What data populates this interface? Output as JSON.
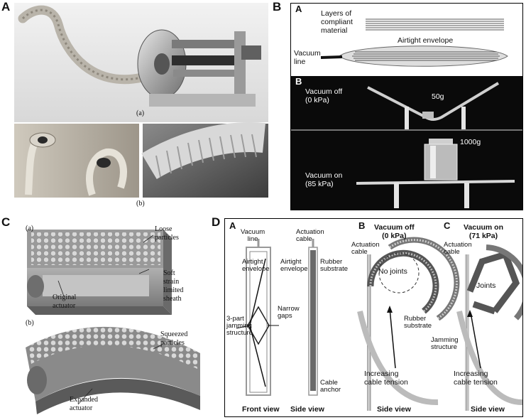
{
  "figure": {
    "panelA": {
      "label": "A",
      "caption_a": "(a)",
      "caption_b": "(b)"
    },
    "panelB": {
      "label": "B",
      "sub_a": "A",
      "sub_b": "B",
      "layers_text": "Layers of\ncompliant\nmaterial",
      "envelope_text": "Airtight envelope",
      "vacuum_line_text": "Vacuum\nline",
      "vac_off_text": "Vacuum off\n(0 kPa)",
      "mass_small": "50g",
      "mass_large": "1000g",
      "vac_on_text": "Vacuum on\n(85 kPa)"
    },
    "panelC": {
      "label": "C",
      "sub_a": "(a)",
      "sub_b": "(b)",
      "loose": "Loose\nparticles",
      "sheath": "Soft\nstrain\nlimited\nsheath",
      "original": "Original\nactuator",
      "squeezed": "Squeezed\nparticles",
      "expanded": "Expanded\nactuator"
    },
    "panelD": {
      "label": "D",
      "sub_a": "A",
      "sub_b": "B",
      "sub_c": "C",
      "vacuum_line": "Vacuum\nline",
      "actuation_cable_top": "Actuation\ncable",
      "airtight_env_1": "Airtight\nenvelope",
      "airtight_env_2": "Airtight\nenvelope",
      "rubber_substrate_1": "Rubber\nsubstrate",
      "three_part": "3-part\njamming\nstructure",
      "narrow_gaps": "Narrow\ngaps",
      "cable_anchor": "Cable\nanchor",
      "front_view": "Front view",
      "side_view_1": "Side view",
      "vac_off_title": "Vacuum off\n(0 kPa)",
      "vac_on_title": "Vacuum on\n(71 kPa)",
      "actuation_cable_b": "Actuation\ncable",
      "actuation_cable_c": "Actuation\ncable",
      "no_joints": "No joints",
      "joints": "Joints",
      "rubber_substrate_2": "Rubber\nsubstrate",
      "jamming_structure": "Jamming\nstructure",
      "increasing_b": "Increasing\ncable tension",
      "increasing_c": "Increasing\ncable tension",
      "side_view_2": "Side view",
      "side_view_3": "Side view"
    }
  }
}
